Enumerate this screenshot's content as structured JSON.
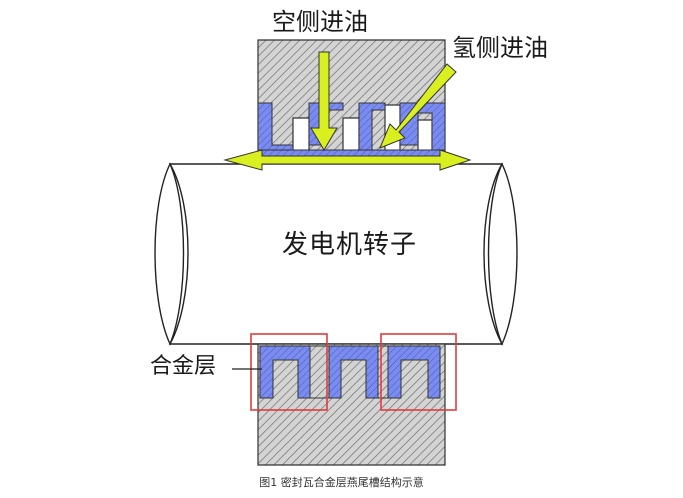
{
  "labels": {
    "air_side_inlet": "空侧进油",
    "hydrogen_side_inlet": "氢侧进油",
    "rotor": "发电机转子",
    "alloy_layer": "合金层"
  },
  "caption": "图1  密封瓦合金层燕尾槽结构示意",
  "colors": {
    "alloy_blue": "#6f7fe8",
    "arrow_yellow": "#d9ef1f",
    "highlight_red": "#e23c3c",
    "hatch_gray": "#6e6e6e"
  }
}
